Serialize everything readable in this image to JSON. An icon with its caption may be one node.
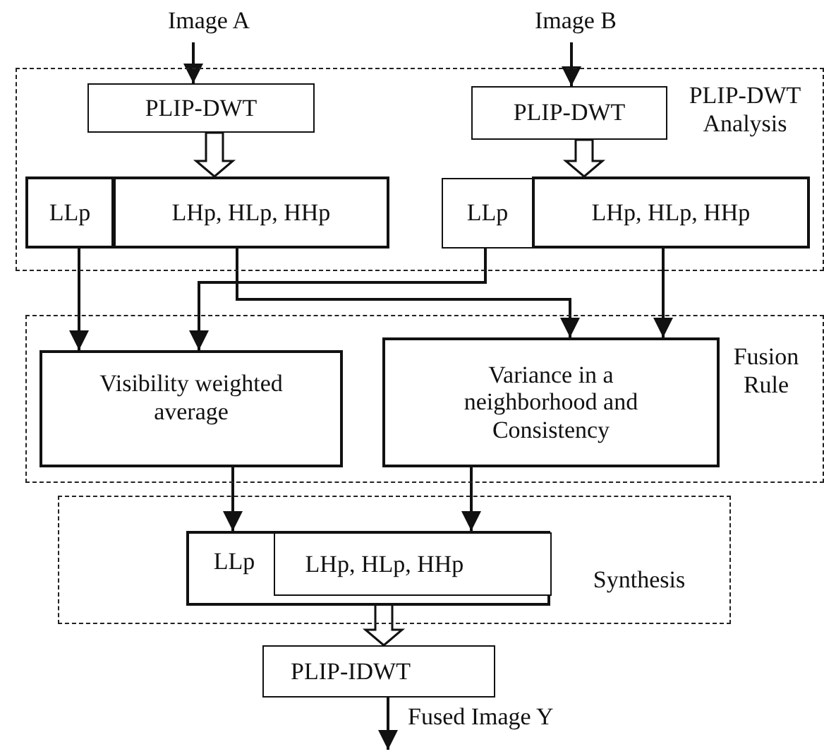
{
  "diagram": {
    "nodes": [
      {
        "text": [
          "Image A"
        ]
      },
      {
        "text": [
          "Image B"
        ]
      },
      {
        "text": [
          "PLIP-DWT Analysis"
        ]
      },
      {
        "text": [
          "PLIP-DWT"
        ],
        "in": 2
      },
      {
        "text": [
          "LLp"
        ],
        "in": 2
      },
      {
        "text": [
          "LHp,  HLp,  HHp"
        ],
        "in": 2
      },
      {
        "text": [
          "PLIP-DWT"
        ],
        "in": 2
      },
      {
        "text": [
          "LLp"
        ],
        "in": 2
      },
      {
        "text": [
          "LHp,  HLp, HHp"
        ],
        "in": 2
      },
      {
        "text": [
          "Fusion Rule"
        ]
      },
      {
        "text": [
          "Visibility weighted average"
        ],
        "in": 9
      },
      {
        "text": [
          "Variance in a neighborhood and Consistency"
        ],
        "in": 9
      },
      {
        "text": [
          "Synthesis"
        ]
      },
      {
        "text": [
          "LLp"
        ],
        "in": 12
      },
      {
        "text": [
          "LHp,  HLp, HHp"
        ],
        "in": 13
      },
      {
        "text": [
          "PLIP-IDWT"
        ]
      }
    ],
    "edges": [
      {
        "from": 0,
        "to": 3,
        "arrow": "to"
      },
      {
        "from": 1,
        "to": 6,
        "arrow": "to"
      },
      {
        "from": 3,
        "to": 5,
        "arrow": "to",
        "style": "thick"
      },
      {
        "from": 6,
        "to": 8,
        "arrow": "to",
        "style": "thick"
      },
      {
        "from": 4,
        "to": 10,
        "arrow": "to"
      },
      {
        "from": 7,
        "to": 10,
        "arrow": "to"
      },
      {
        "from": 5,
        "to": 11,
        "arrow": "to"
      },
      {
        "from": 8,
        "to": 11,
        "arrow": "to"
      },
      {
        "from": 10,
        "to": 13,
        "arrow": "to"
      },
      {
        "from": 11,
        "to": 14,
        "arrow": "to"
      },
      {
        "from": 14,
        "to": 15,
        "arrow": "to",
        "style": "thick"
      },
      {
        "from": 15,
        "to": null,
        "arrow": "to",
        "label": "Fused Image Y"
      }
    ]
  }
}
